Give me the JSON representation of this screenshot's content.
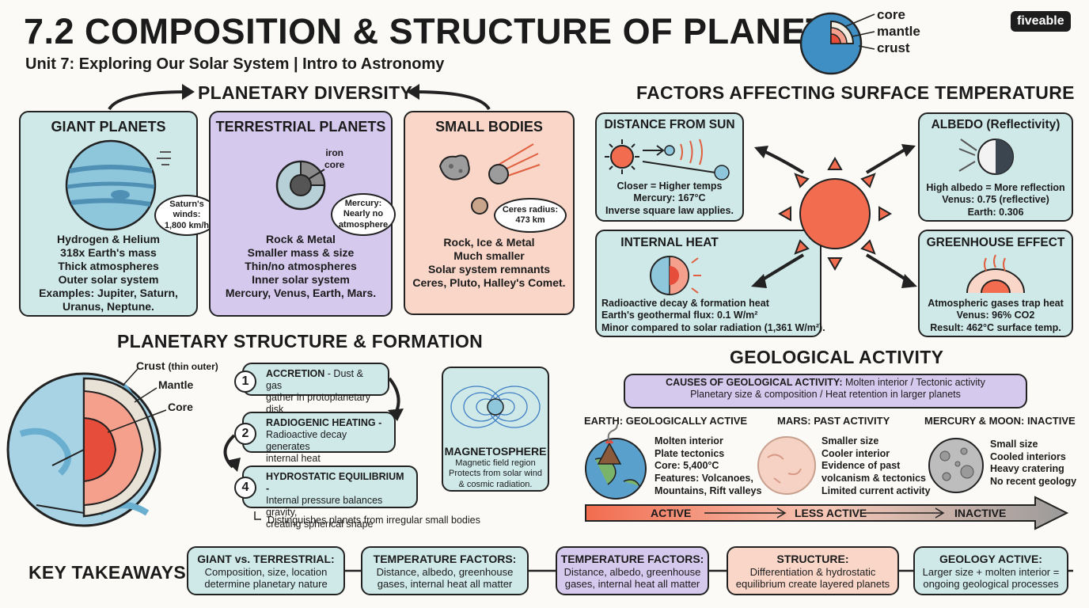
{
  "header": {
    "title": "7.2 COMPOSITION & STRUCTURE OF PLANETS",
    "subtitle": "Unit 7: Exploring Our Solar System | Intro to Astronomy",
    "brand": "fiveable",
    "layers_legend": [
      "core",
      "mantle",
      "crust"
    ]
  },
  "diversity": {
    "title": "PLANETARY DIVERSITY",
    "giant": {
      "title": "GIANT PLANETS",
      "bubble": [
        "Saturn's",
        "winds:",
        "1,800 km/h"
      ],
      "lines": [
        "Hydrogen & Helium",
        "318x Earth's mass",
        "Thick atmospheres",
        "Outer solar system",
        "Examples: Jupiter, Saturn,",
        "Uranus, Neptune."
      ]
    },
    "terrestrial": {
      "title": "TERRESTRIAL PLANETS",
      "label": [
        "iron",
        "core"
      ],
      "bubble": [
        "Mercury:",
        "Nearly no",
        "atmosphere"
      ],
      "lines": [
        "Rock & Metal",
        "Smaller mass & size",
        "Thin/no atmospheres",
        "Inner solar system",
        "Mercury, Venus, Earth, Mars."
      ]
    },
    "small": {
      "title": "SMALL BODIES",
      "bubble": [
        "Ceres radius:",
        "473 km"
      ],
      "lines": [
        "Rock, Ice & Metal",
        "Much smaller",
        "Solar system remnants",
        "Ceres, Pluto, Halley's Comet."
      ]
    }
  },
  "temperature": {
    "title": "FACTORS AFFECTING SURFACE TEMPERATURE",
    "distance": {
      "title": "DISTANCE FROM SUN",
      "lines": [
        "Closer = Higher temps",
        "Mercury: 167°C",
        "Inverse square law applies."
      ]
    },
    "albedo": {
      "title": "ALBEDO (Reflectivity)",
      "lines": [
        "High albedo = More reflection",
        "Venus: 0.75 (reflective)",
        "Earth: 0.306"
      ]
    },
    "internal": {
      "title": "INTERNAL HEAT",
      "lines": [
        "Radioactive decay & formation heat",
        "Earth's geothermal flux: 0.1 W/m²",
        "Minor compared to solar radiation (1,361 W/m²)."
      ]
    },
    "greenhouse": {
      "title": "GREENHOUSE EFFECT",
      "lines": [
        "Atmospheric gases trap heat",
        "Venus: 96% CO2",
        "Result: 462°C surface temp."
      ]
    }
  },
  "structure": {
    "title": "PLANETARY STRUCTURE & FORMATION",
    "labels": {
      "crust": "Crust",
      "crust_note": "(thin outer)",
      "mantle": "Mantle",
      "core": "Core"
    },
    "steps": [
      {
        "num": "1",
        "title": "ACCRETION",
        "text": " - Dust & gas",
        "text2": "gather in protoplanetary disk"
      },
      {
        "num": "2",
        "title": "RADIOGENIC HEATING",
        "text": " -",
        "text2": "Radioactive decay generates",
        "text3": "internal heat"
      },
      {
        "num": "4",
        "title": "HYDROSTATIC EQUILIBRIUM",
        "text": " -",
        "text2": "Internal pressure balances gravity,",
        "text3": "creating spherical shape"
      }
    ],
    "footnote": "Distinguishes planets from irregular small bodies",
    "magnetosphere": {
      "title": "MAGNETOSPHERE",
      "lines": [
        "Magnetic field region",
        "Protects from solar wind",
        "& cosmic radiation."
      ]
    }
  },
  "geology": {
    "title": "GEOLOGICAL ACTIVITY",
    "causes_label": "CAUSES OF GEOLOGICAL ACTIVITY:",
    "causes_line1": " Molten interior / Tectonic activity",
    "causes_line2": "Planetary size & composition / Heat retention in larger planets",
    "earth": {
      "title": "EARTH: GEOLOGICALLY ACTIVE",
      "lines": [
        "Molten interior",
        "Plate tectonics",
        "Core: 5,400°C",
        "Features: Volcanoes,",
        "Mountains, Rift valleys"
      ]
    },
    "mars": {
      "title": "MARS: PAST ACTIVITY",
      "lines": [
        "Smaller size",
        "Cooler interior",
        "Evidence of past",
        "volcanism & tectonics",
        "Limited current activity"
      ]
    },
    "mercury": {
      "title": "MERCURY & MOON: INACTIVE",
      "lines": [
        "Small size",
        "Cooled interiors",
        "Heavy cratering",
        "No recent geology"
      ]
    },
    "scale": [
      "ACTIVE",
      "LESS ACTIVE",
      "INACTIVE"
    ]
  },
  "takeaways": {
    "title": "KEY TAKEAWAYS",
    "items": [
      {
        "t": "GIANT vs. TERRESTRIAL:",
        "l1": "Composition, size, location",
        "l2": "determine planetary nature"
      },
      {
        "t": "TEMPERATURE FACTORS:",
        "l1": "Distance, albedo, greenhouse",
        "l2": "gases, internal heat all matter"
      },
      {
        "t": "TEMPERATURE FACTORS:",
        "l1": "Distance, albedo, greenhouse",
        "l2": "gases, internal heat all matter"
      },
      {
        "t": "STRUCTURE:",
        "l1": "Differentiation & hydrostatic",
        "l2": "equilibrium create layered planets"
      },
      {
        "t": "GEOLOGY ACTIVE:",
        "l1": "Larger size + molten interior =",
        "l2": "ongoing geological processes"
      }
    ]
  },
  "colors": {
    "teal": "#cfe8e8",
    "purple": "#d6c9ee",
    "peach": "#f9d6c8",
    "sun": "#f26c4f",
    "ocean": "#3f8fc4"
  }
}
